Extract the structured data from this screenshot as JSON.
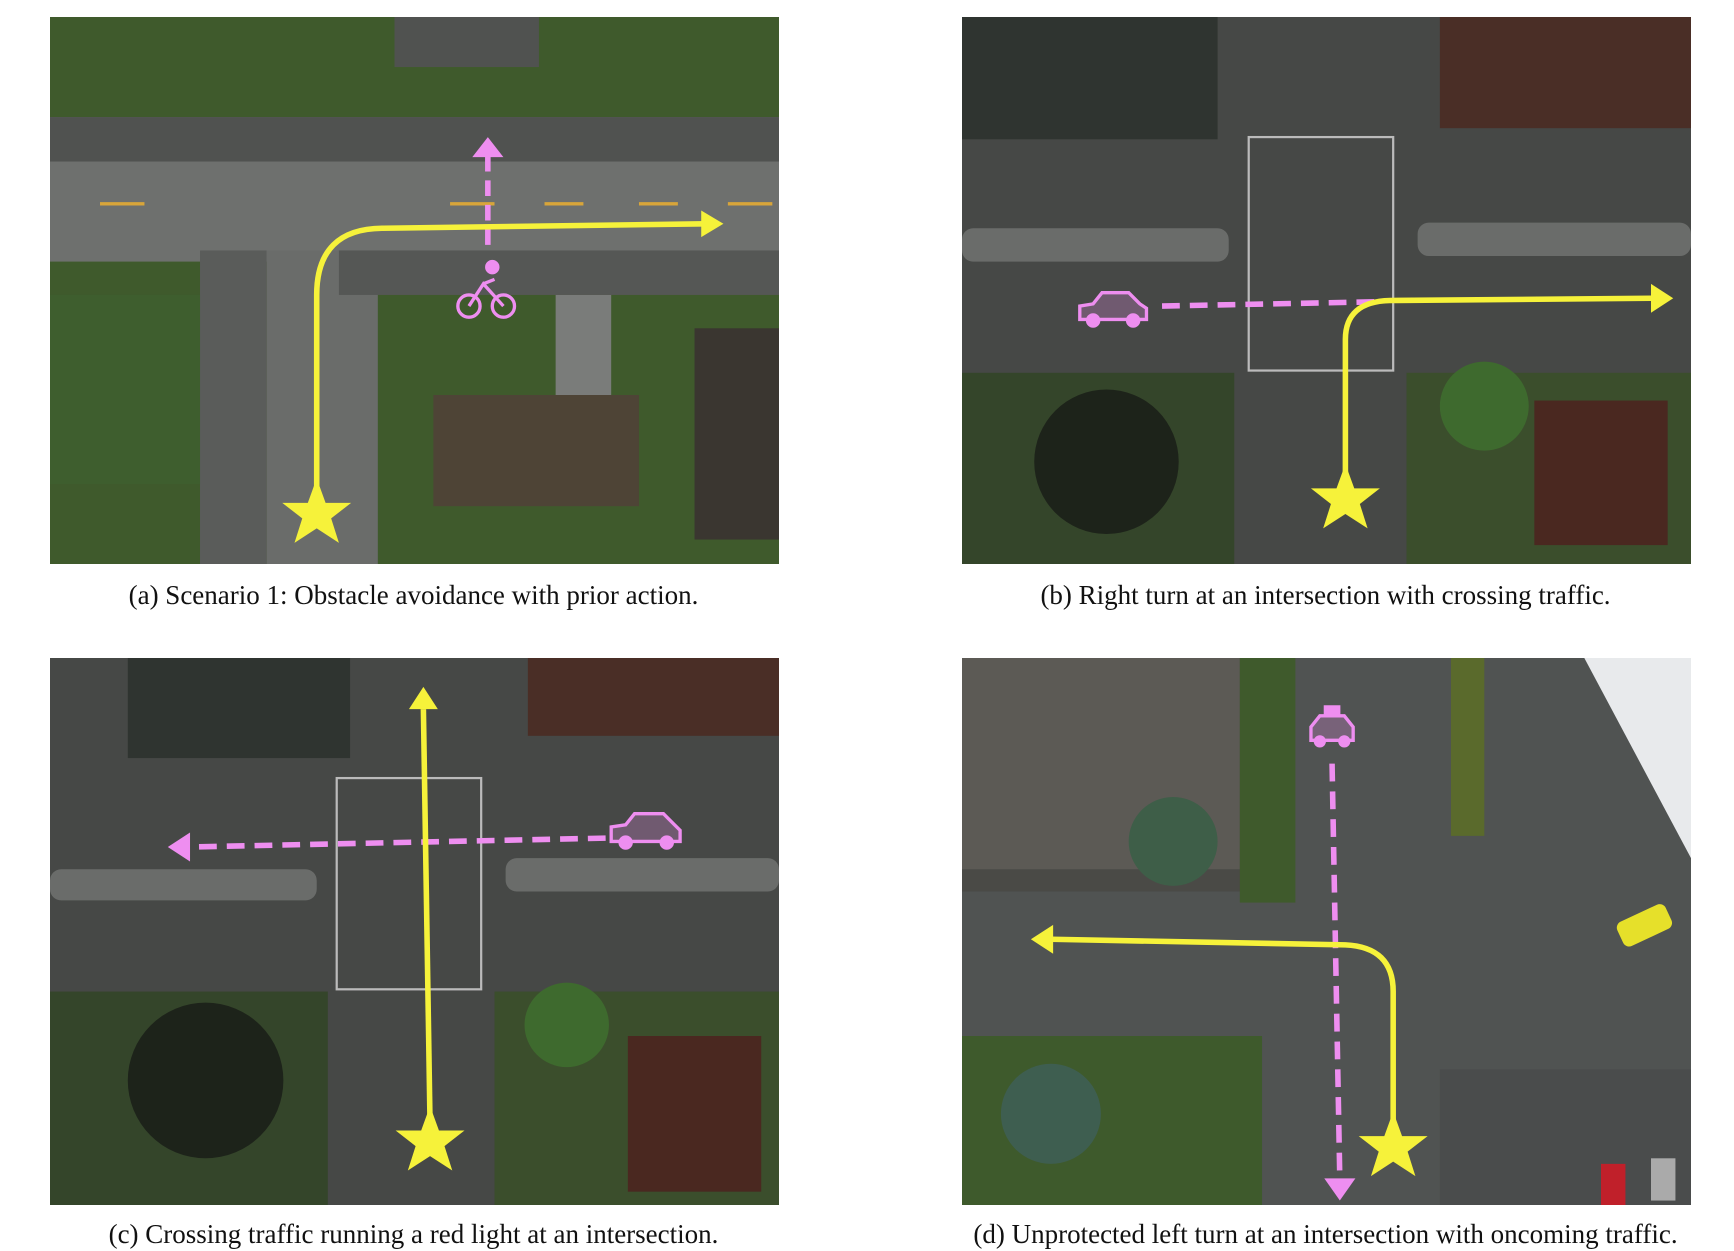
{
  "figure": {
    "subfigures": [
      {
        "label": "(a)",
        "caption": "(a) Scenario 1: Obstacle avoidance with prior action.",
        "obstacle": "bicycle-icon"
      },
      {
        "label": "(b)",
        "caption": "(b) Right turn at an intersection with crossing traffic.",
        "obstacle": "car-icon"
      },
      {
        "label": "(c)",
        "caption": "(c) Crossing traffic running a red light at an intersection.",
        "obstacle": "car-icon"
      },
      {
        "label": "(d)",
        "caption": "(d) Unprotected left turn at an intersection with oncoming traffic.",
        "obstacle": "taxi-icon"
      }
    ],
    "colors": {
      "ego_path": "#f6f23a",
      "other_path": "#ee8ef0",
      "road": "#4a4c4b",
      "grass": "#3f5a2c"
    }
  }
}
